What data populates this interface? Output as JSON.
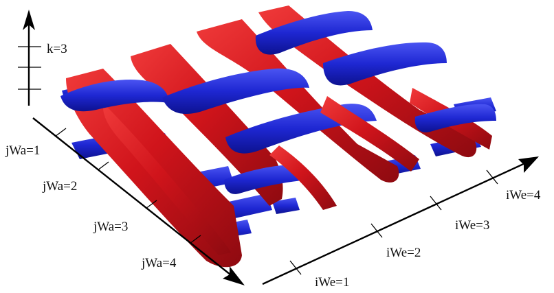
{
  "colors": {
    "warp": "#d0141b",
    "weft": "#1e27d2",
    "axis": "#000000",
    "background": "#ffffff"
  },
  "vertical_axis": {
    "label": "k=3"
  },
  "warp_axis": {
    "labels": [
      "jWa=1",
      "jWa=2",
      "jWa=3",
      "jWa=4"
    ]
  },
  "weft_axis": {
    "labels": [
      "iWe=1",
      "iWe=2",
      "iWe=3",
      "iWe=4"
    ]
  }
}
